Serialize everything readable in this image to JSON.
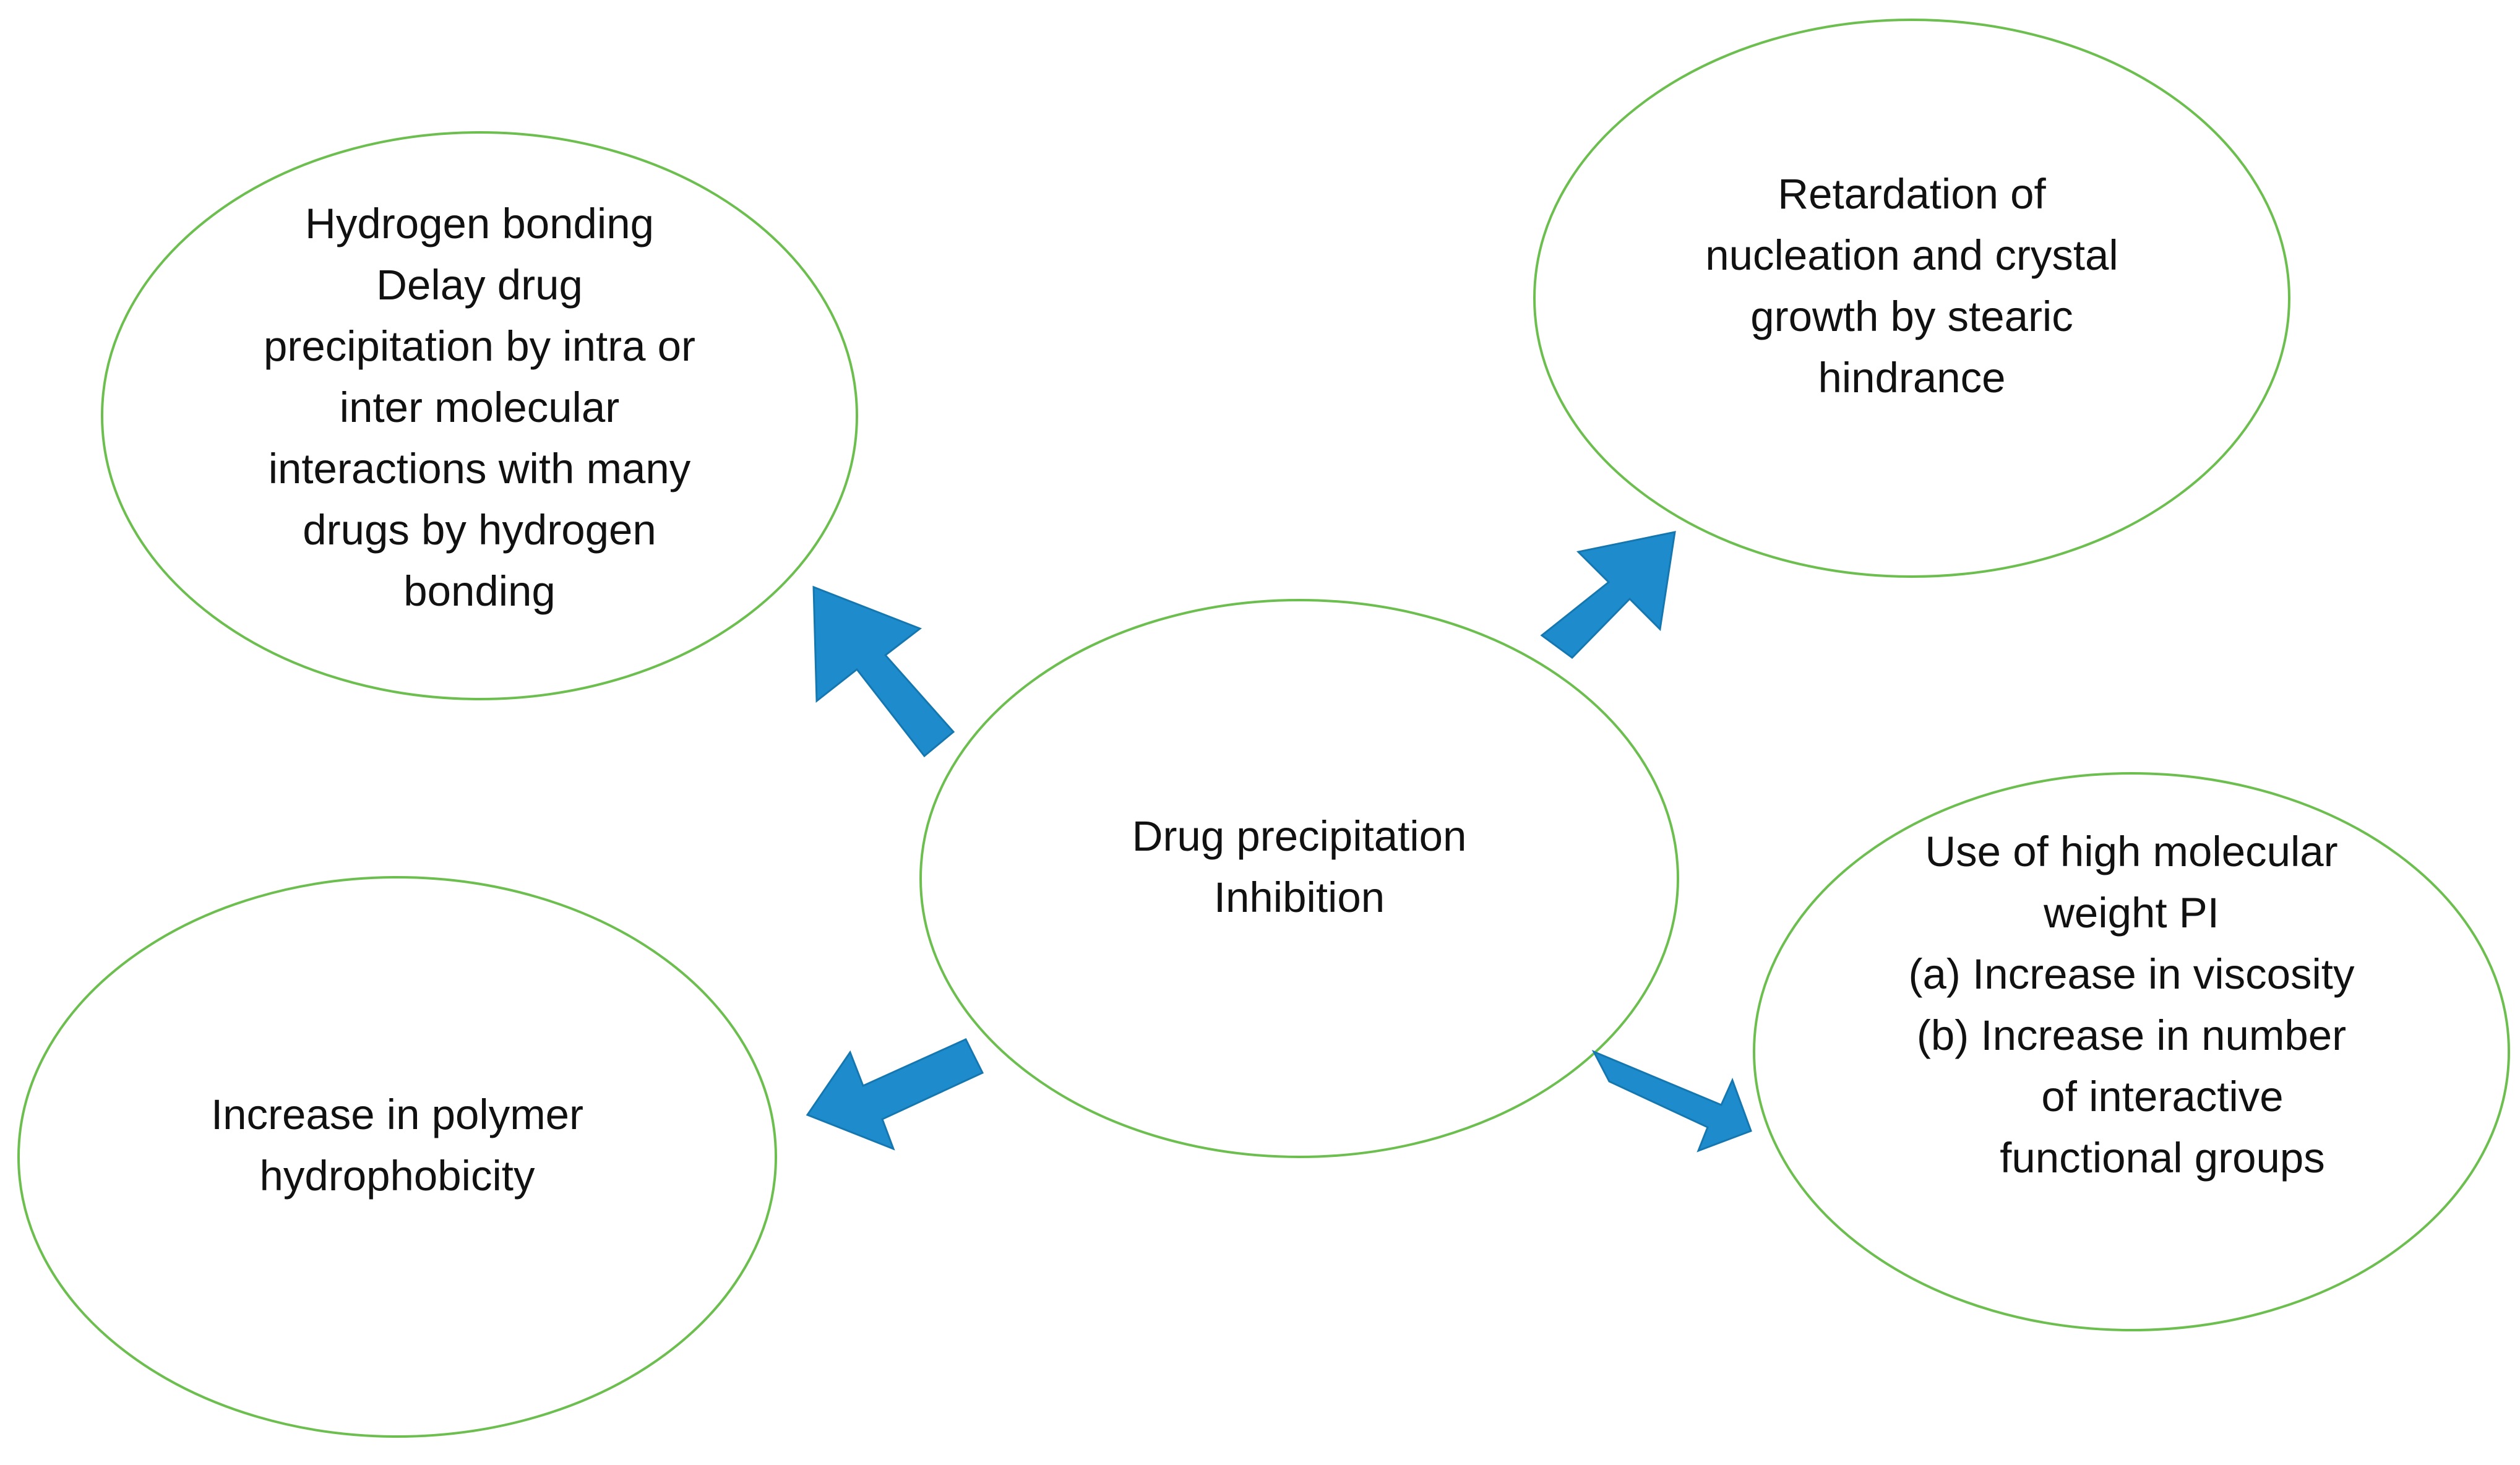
{
  "colors": {
    "node_outline": "#6cbf4f",
    "arrow_fill": "#1e8ccc",
    "arrow_stroke": "#1577b0",
    "text": "#111111"
  },
  "center": {
    "lines": [
      "Drug precipitation",
      "Inhibition"
    ]
  },
  "nodes": {
    "hydrogen_bonding": {
      "lines": [
        "Hydrogen bonding",
        "Delay drug",
        "precipitation by intra or",
        "inter molecular",
        "interactions with many",
        "drugs by hydrogen",
        "bonding"
      ]
    },
    "retardation": {
      "lines": [
        "Retardation of",
        "nucleation and crystal",
        "growth  by stearic",
        "hindrance"
      ]
    },
    "hydrophobicity": {
      "lines": [
        "Increase in polymer",
        "hydrophobicity"
      ]
    },
    "molecular_weight": {
      "lines": [
        "Use of high molecular",
        "weight PI",
        "(a)  Increase in viscosity",
        "(b)  Increase in number",
        "of interactive",
        "functional groups"
      ]
    }
  }
}
